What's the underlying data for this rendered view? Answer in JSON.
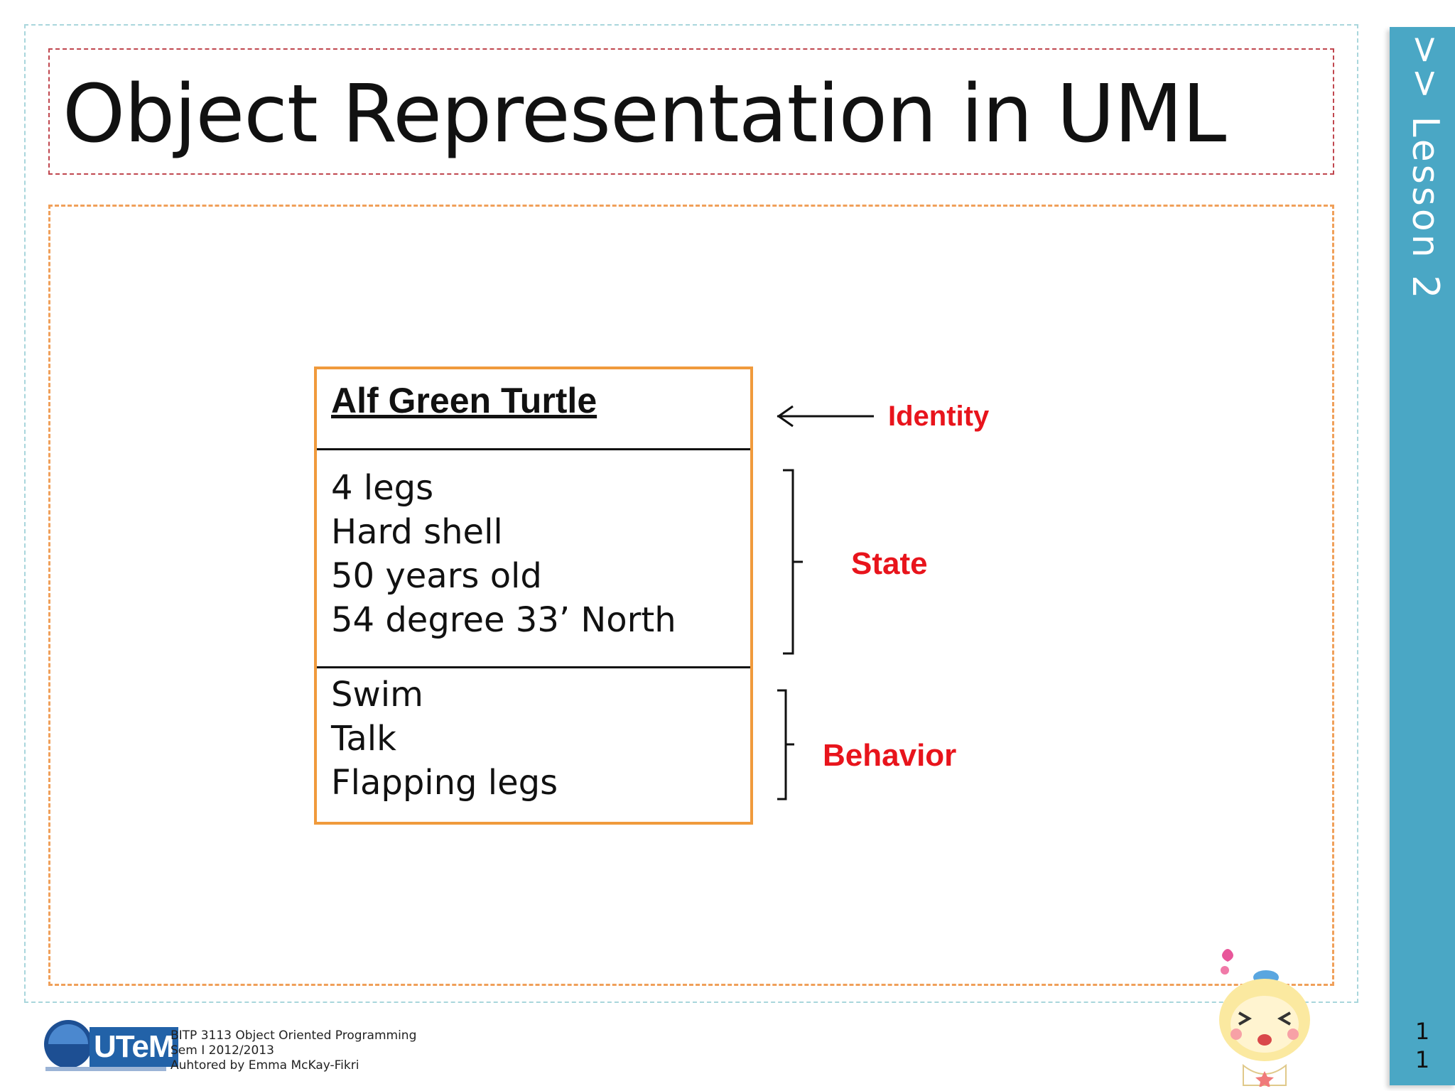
{
  "slide": {
    "title": "Object Representation in UML",
    "side_label": ">> Lesson  2",
    "page_number": [
      "1",
      "1"
    ]
  },
  "uml_object": {
    "name": "Alf Green  Turtle",
    "state_lines": [
      "4 legs",
      "Hard shell",
      "50 years old",
      "54 degree 33’ North"
    ],
    "behavior_lines": [
      "Swim",
      "Talk",
      "Flapping legs"
    ]
  },
  "annotations": {
    "identity": "Identity",
    "state": "State",
    "behavior": "Behavior"
  },
  "footer": {
    "logo_text": "UTeM",
    "lines": [
      "BITP 3113 Object Oriented Programming",
      "Sem I 2012/2013",
      "Auhtored by  Emma McKay-Fikri"
    ]
  },
  "colors": {
    "accent_band": "#4aa7c5",
    "label_red": "#e8141c",
    "box_orange": "#f09a3c",
    "title_border": "#c0474f"
  },
  "icons": [
    "arrow-left-icon",
    "brace-icon",
    "utem-logo",
    "mascot-illustration"
  ]
}
